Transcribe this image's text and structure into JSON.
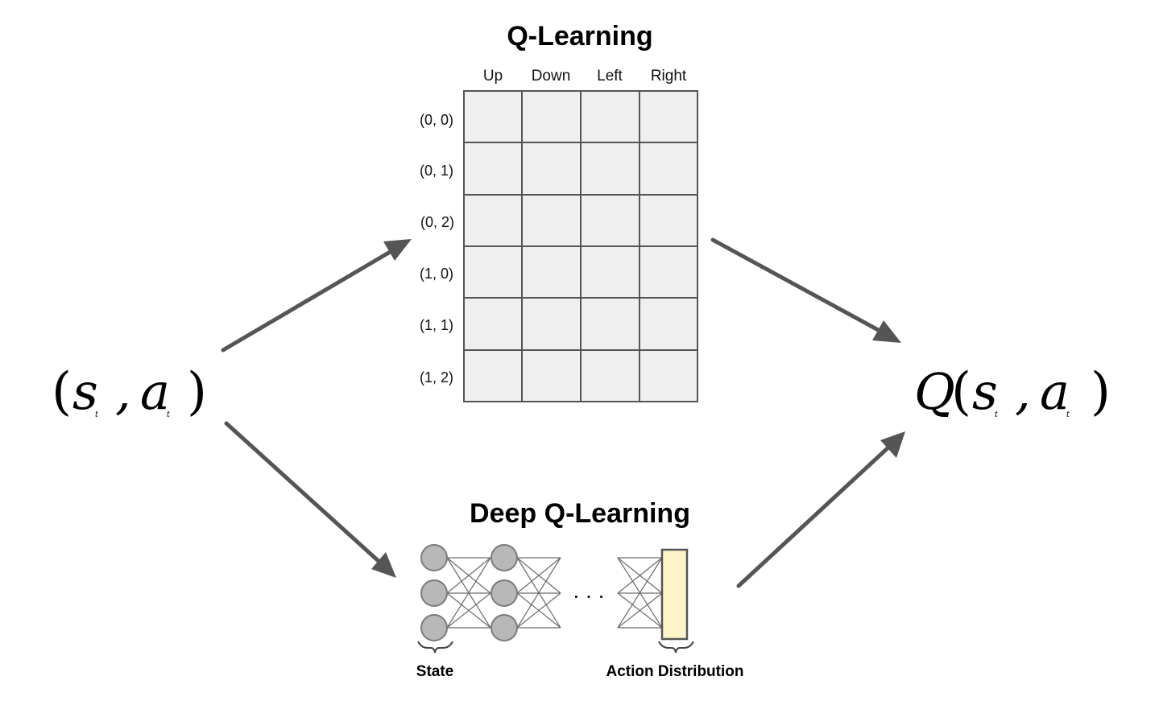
{
  "diagram": {
    "input": {
      "open_paren": "(",
      "s": "s",
      "s_sub": "t",
      "comma": ", ",
      "a": "a",
      "a_sub": "t",
      "close_paren": ")"
    },
    "output": {
      "q": "Q",
      "open_paren": "(",
      "s": "s",
      "s_sub": "t",
      "comma": ", ",
      "a": "a",
      "a_sub": "t",
      "close_paren": ")"
    },
    "q_learning": {
      "title": "Q-Learning",
      "columns": [
        "Up",
        "Down",
        "Left",
        "Right"
      ],
      "rows": [
        "(0, 0)",
        "(0, 1)",
        "(0, 2)",
        "(1, 0)",
        "(1, 1)",
        "(1, 2)"
      ]
    },
    "deep_q_learning": {
      "title": "Deep Q-Learning",
      "ellipsis": ". . .",
      "state_label": "State",
      "action_label": "Action Distribution"
    },
    "colors": {
      "arrow": "#555555",
      "table_cell": "#efefef",
      "neuron": "#b8b8b8",
      "output_box": "#fff4c9"
    }
  }
}
